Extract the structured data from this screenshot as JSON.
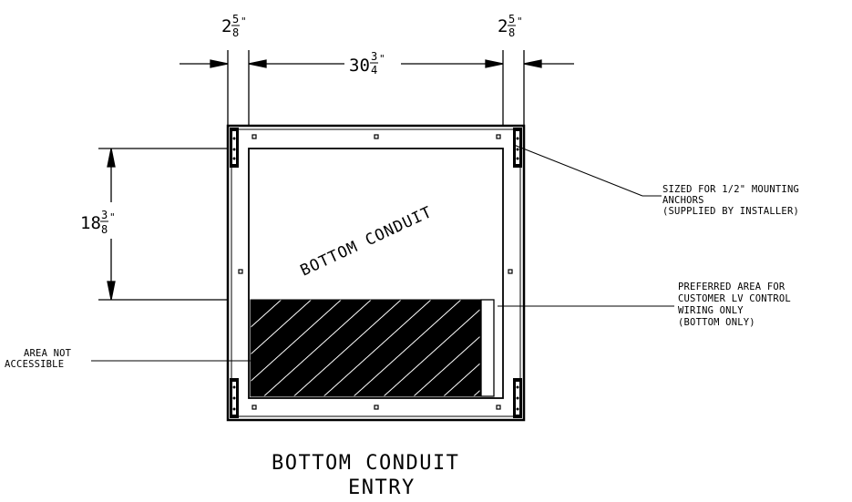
{
  "dimensions": {
    "left_gap": {
      "whole": "2",
      "num": "5",
      "den": "8",
      "mark": "\""
    },
    "width": {
      "whole": "30",
      "num": "3",
      "den": "4",
      "mark": "\""
    },
    "right_gap": {
      "whole": "2",
      "num": "5",
      "den": "8",
      "mark": "\""
    },
    "height": {
      "whole": "18",
      "num": "3",
      "den": "8",
      "mark": "\""
    }
  },
  "labels": {
    "conduit": "BOTTOM CONDUIT",
    "anchors": [
      "SIZED FOR 1/2\" MOUNTING",
      "ANCHORS",
      "(SUPPLIED BY INSTALLER)"
    ],
    "preferred": [
      "PREFERRED AREA FOR",
      "CUSTOMER LV CONTROL",
      "WIRING ONLY",
      "(BOTTOM ONLY)"
    ],
    "not_accessible": [
      "AREA NOT",
      "ACCESSIBLE"
    ],
    "title": [
      "BOTTOM CONDUIT",
      "ENTRY"
    ]
  }
}
